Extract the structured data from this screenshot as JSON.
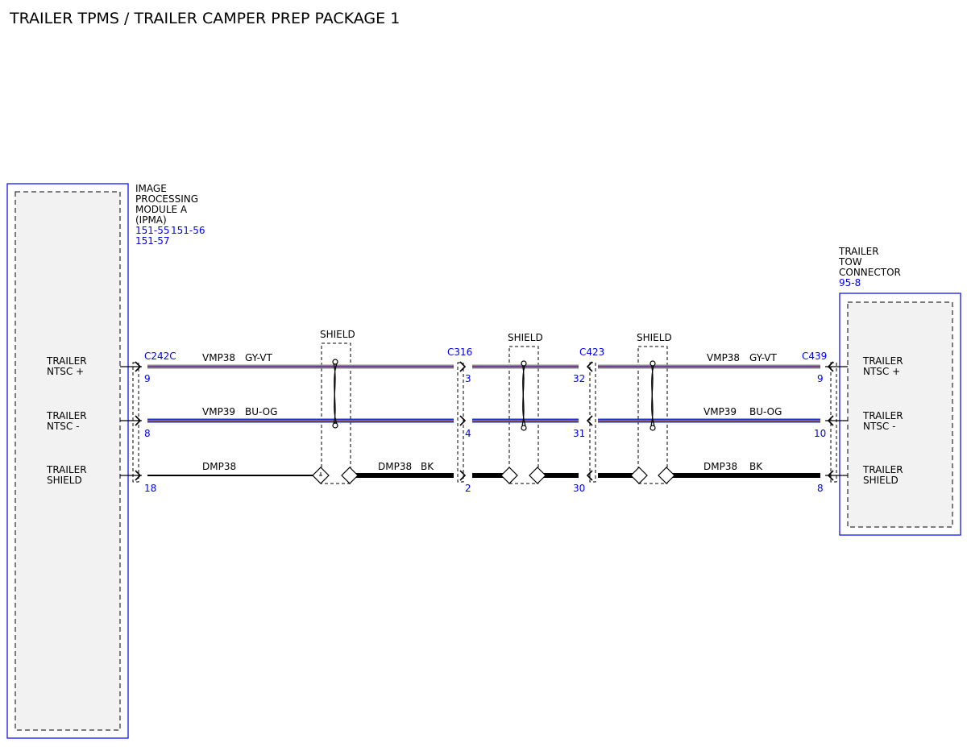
{
  "title": "TRAILER TPMS / TRAILER CAMPER PREP PACKAGE 1",
  "colors": {
    "module_border": "#0000ee",
    "reference_text": "#0000ee",
    "gy_vt_outer": "#8a8a8a",
    "gy_vt_inner": "#7a1fa0",
    "bu_og_outer": "#1f2fd0",
    "bu_og_inner": "#e0761a",
    "bk": "#000000",
    "module_fill": "#f2f2f2"
  },
  "left_module": {
    "name_lines": [
      "IMAGE",
      "PROCESSING",
      "MODULE A",
      "(IPMA)"
    ],
    "refs": [
      "151-55",
      "151-56",
      "151-57"
    ],
    "pins": [
      {
        "line1": "TRAILER",
        "line2": "NTSC +"
      },
      {
        "line1": "TRAILER",
        "line2": "NTSC -"
      },
      {
        "line1": "TRAILER",
        "line2": "SHIELD"
      }
    ]
  },
  "right_module": {
    "name_lines": [
      "TRAILER",
      "TOW",
      "CONNECTOR"
    ],
    "ref": "95-8",
    "pins": [
      {
        "line1": "TRAILER",
        "line2": "NTSC +"
      },
      {
        "line1": "TRAILER",
        "line2": "NTSC -"
      },
      {
        "line1": "TRAILER",
        "line2": "SHIELD"
      }
    ]
  },
  "connectors": {
    "c1": {
      "name": "C242C",
      "pins": [
        "9",
        "8",
        "18"
      ]
    },
    "c2": {
      "name": "C316",
      "pins": [
        "3",
        "4",
        "2"
      ]
    },
    "c3": {
      "name": "C423",
      "pins": [
        "32",
        "31",
        "30"
      ]
    },
    "c4": {
      "name": "C439",
      "pins": [
        "9",
        "10",
        "8"
      ]
    }
  },
  "shield_label": "SHIELD",
  "wires": {
    "row1_left": {
      "circuit": "VMP38",
      "color": "GY-VT"
    },
    "row2_left": {
      "circuit": "VMP39",
      "color": "BU-OG"
    },
    "row3_left": {
      "circuit": "DMP38"
    },
    "row3_mid": {
      "circuit": "DMP38",
      "color": "BK"
    },
    "row1_right": {
      "circuit": "VMP38",
      "color": "GY-VT"
    },
    "row2_right": {
      "circuit": "VMP39",
      "color": "BU-OG"
    },
    "row3_right": {
      "circuit": "DMP38",
      "color": "BK"
    }
  }
}
